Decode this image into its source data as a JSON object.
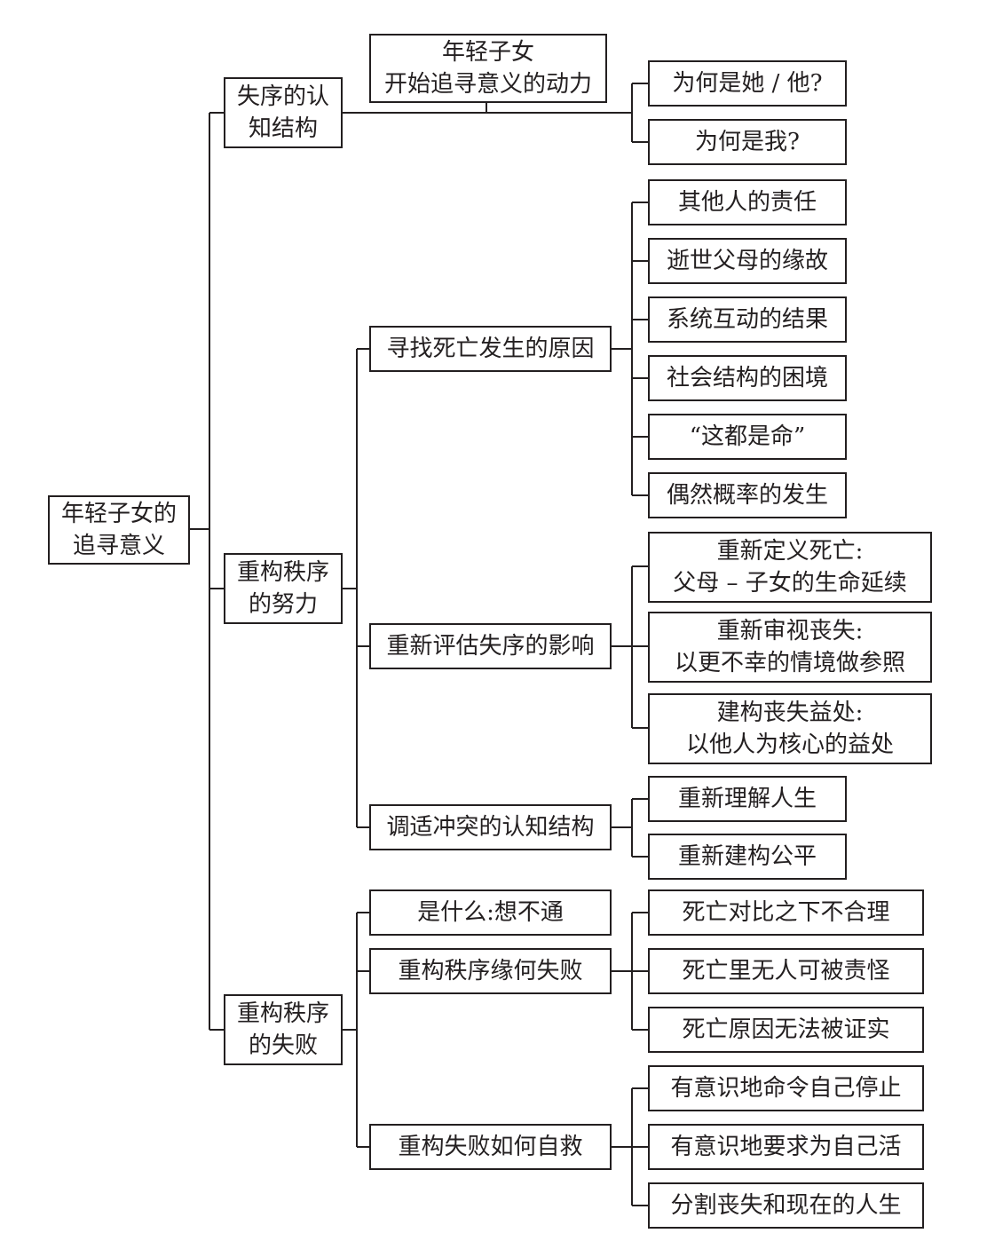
{
  "root": [
    "年轻子女的",
    "追寻意义"
  ],
  "branches": {
    "disorder": [
      "失序的认",
      "知结构"
    ],
    "reconstruct": [
      "重构秩序",
      "的努力"
    ],
    "failure": [
      "重构秩序",
      "的失败"
    ]
  },
  "motivation": [
    "年轻子女",
    "开始追寻意义的动力"
  ],
  "motivation_items": [
    "为何是她 / 他?",
    "为何是我?"
  ],
  "reconstruct_children": {
    "cause": "寻找死亡发生的原因",
    "reassess": "重新评估失序的影响",
    "adjust": "调适冲突的认知结构"
  },
  "cause_items": [
    "其他人的责任",
    "逝世父母的缘故",
    "系统互动的结果",
    "社会结构的困境",
    "“这都是命”",
    "偶然概率的发生"
  ],
  "reassess_items": [
    [
      "重新定义死亡:",
      "父母 – 子女的生命延续"
    ],
    [
      "重新审视丧失:",
      "以更不幸的情境做参照"
    ],
    [
      "建构丧失益处:",
      "以他人为核心的益处"
    ]
  ],
  "adjust_items": [
    "重新理解人生",
    "重新建构公平"
  ],
  "failure_children": {
    "what": "是什么:想不通",
    "why": "重构秩序缘何失败",
    "selfhelp": "重构失败如何自救"
  },
  "why_items": [
    "死亡对比之下不合理",
    "死亡里无人可被责怪",
    "死亡原因无法被证实"
  ],
  "selfhelp_items": [
    "有意识地命令自己停止",
    "有意识地要求为自己活",
    "分割丧失和现在的人生"
  ]
}
